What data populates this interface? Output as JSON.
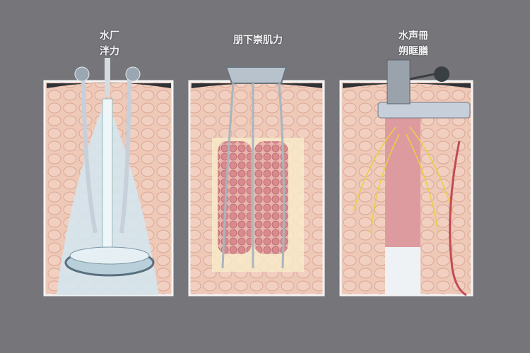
{
  "panels": [
    {
      "label_lines": [
        "水厂",
        "泮力"
      ]
    },
    {
      "label_lines": [
        "朋下崇肌力"
      ]
    },
    {
      "label_lines": [
        "水声冊",
        "朔眶膳"
      ]
    }
  ],
  "colors": {
    "background": "#76757a",
    "skin": "#efc9b8",
    "skin_cells": "#d9a796",
    "fluid": "#cfe3ec",
    "fat": "#d88a8c",
    "nerve": "#e8d040",
    "device": "#c7d0da"
  }
}
